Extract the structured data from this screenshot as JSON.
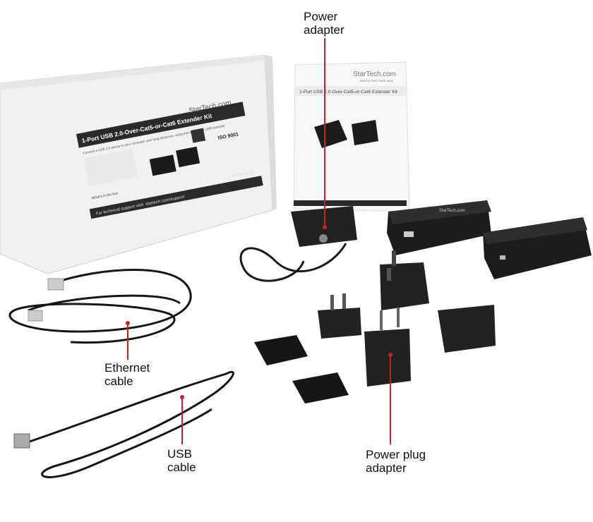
{
  "callouts": {
    "power_adapter": {
      "line1": "Power",
      "line2": "adapter"
    },
    "ethernet_cable": {
      "line1": "Ethernet",
      "line2": "cable"
    },
    "usb_cable": {
      "line1": "USB",
      "line2": "cable"
    },
    "power_plug_adapter": {
      "line1": "Power plug",
      "line2": "adapter"
    }
  },
  "box": {
    "brand": "StarTech.com",
    "title": "1-Port USB 2.0-Over-Cat5-or-Cat6 Extender Kit",
    "subtitle": "Connect a USB 2.0 device to your computer over long distances, using this single-port USB extender",
    "whats_in_box": "What's in the box",
    "certification": "ISO 9001",
    "warranty": "2 Year Warranty",
    "support": "For technical support visit: startech.com/support"
  },
  "manual": {
    "brand": "StarTech.com",
    "tagline": "Hard-to-find made easy",
    "title": "1-Port USB 2.0-Over-Cat5-or-Cat6 Extender Kit"
  },
  "device": {
    "brand": "StarTech.com"
  },
  "colors": {
    "callout_line": "#cc1f1f",
    "label_band": "#2a2a2a"
  }
}
